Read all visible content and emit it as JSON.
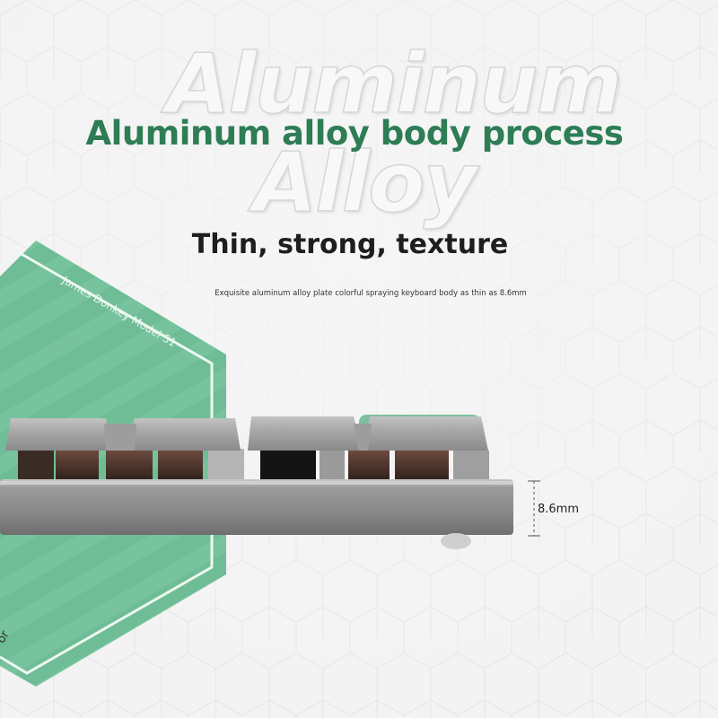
{
  "watermark": {
    "line1": "Aluminum",
    "line2": "Alloy"
  },
  "headline": "Aluminum alloy body process",
  "subheadline": "Thin, strong, texture",
  "caption": "Exquisite aluminum alloy plate colorful spraying keyboard body as thin as 8.6mm",
  "panel": {
    "model_label": "James Donkey Model S1",
    "edge_label": "or"
  },
  "dimension": {
    "label": "8.6mm"
  },
  "colors": {
    "headline_green": "#2e7d55",
    "panel_green": "#6fbd96",
    "body_gray": "#8e8e8e",
    "keycap_gray": "#a3a3a3",
    "background": "#f3f3f3"
  }
}
